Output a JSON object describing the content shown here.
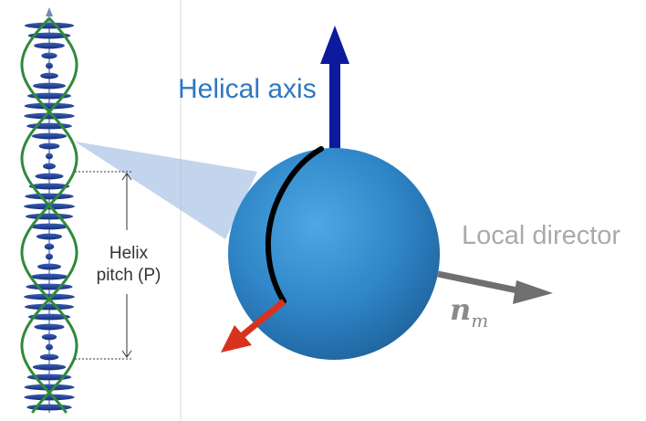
{
  "labels": {
    "helical_axis": "Helical axis",
    "local_director": "Local director",
    "pitch_line1": "Helix",
    "pitch_line2": "pitch (P)",
    "director_symbol": "n",
    "director_subscript": "m"
  },
  "colors": {
    "helical_axis_arrow": "#0d1a9e",
    "helical_axis_text": "#2f78c0",
    "local_director_text": "#aaaaaa",
    "director_arrow": "#6f6f6f",
    "red_arrow": "#d8321e",
    "sphere": "#2f86c8",
    "helix_strand": "#2f8a3a",
    "molecule_disc": "#1f3f93",
    "zoom_wedge": "#a9c2e6",
    "curve": "#000000"
  },
  "icons": {
    "helical_axis_arrow": "arrow-up",
    "director_arrow": "arrow-right",
    "red_arrow": "arrow-down-left"
  }
}
